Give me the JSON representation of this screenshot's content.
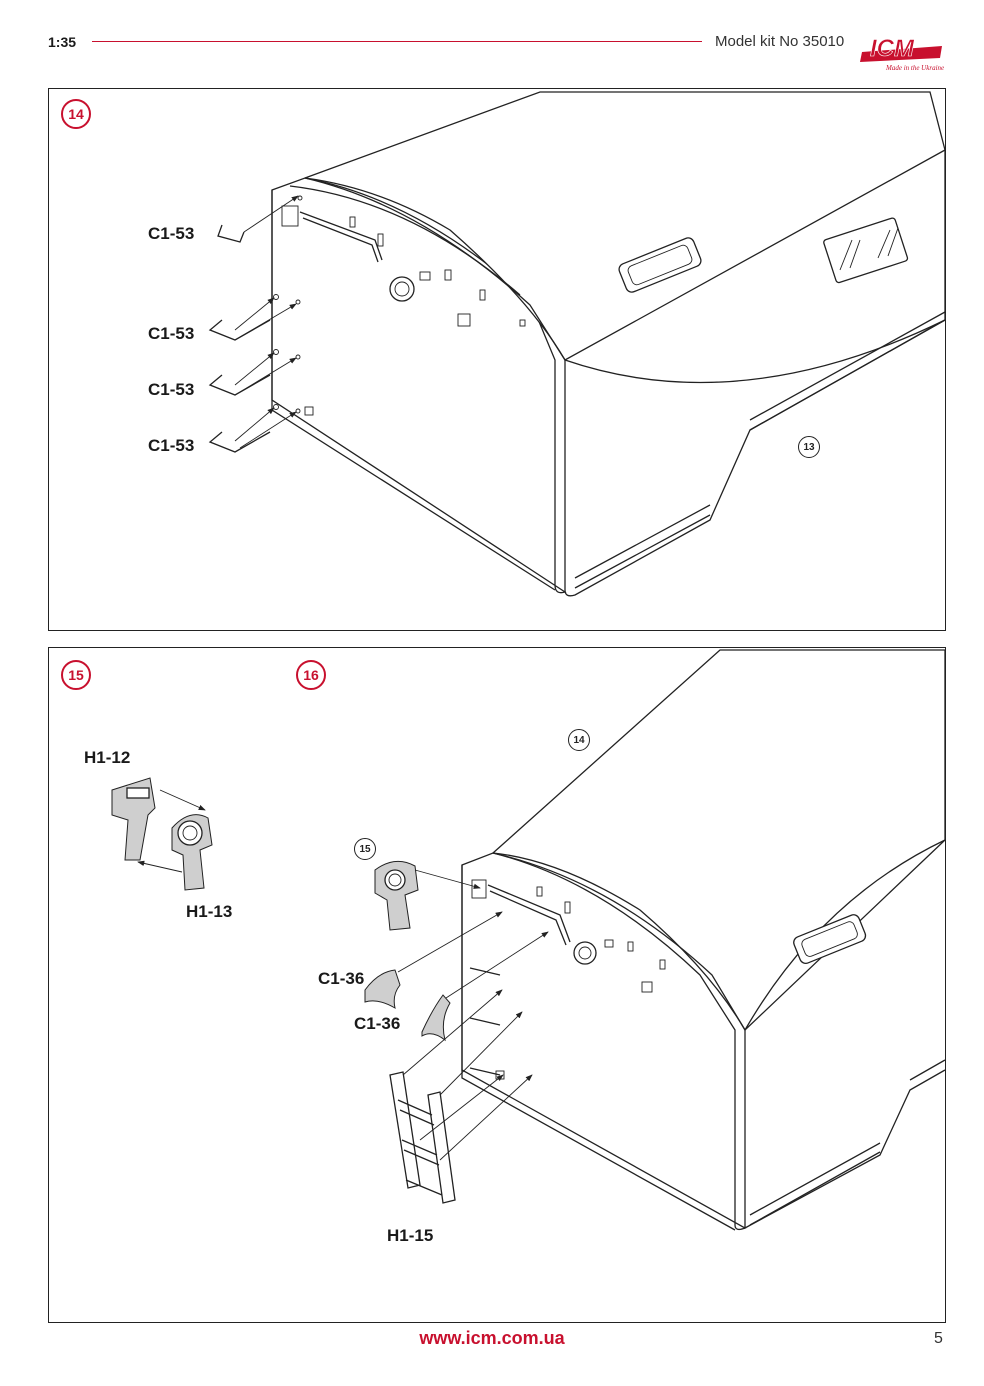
{
  "header": {
    "scale": "1:35",
    "kit_label": "Model kit No 35010",
    "logo_text": "ICM",
    "logo_tagline": "Made in the Ukraine"
  },
  "colors": {
    "accent": "#c8102e",
    "ink": "#222222"
  },
  "steps": [
    {
      "number": "14",
      "parts": [
        "C1-53",
        "C1-53",
        "C1-53",
        "C1-53"
      ],
      "ref_step": "13"
    },
    {
      "number": "15",
      "parts": [
        "H1-12",
        "H1-13"
      ]
    },
    {
      "number": "16",
      "parts": [
        "C1-36",
        "C1-36",
        "H1-15"
      ],
      "ref_steps": [
        "14",
        "15"
      ]
    }
  ],
  "footer": {
    "url": "www.icm.com.ua",
    "page": "5"
  }
}
